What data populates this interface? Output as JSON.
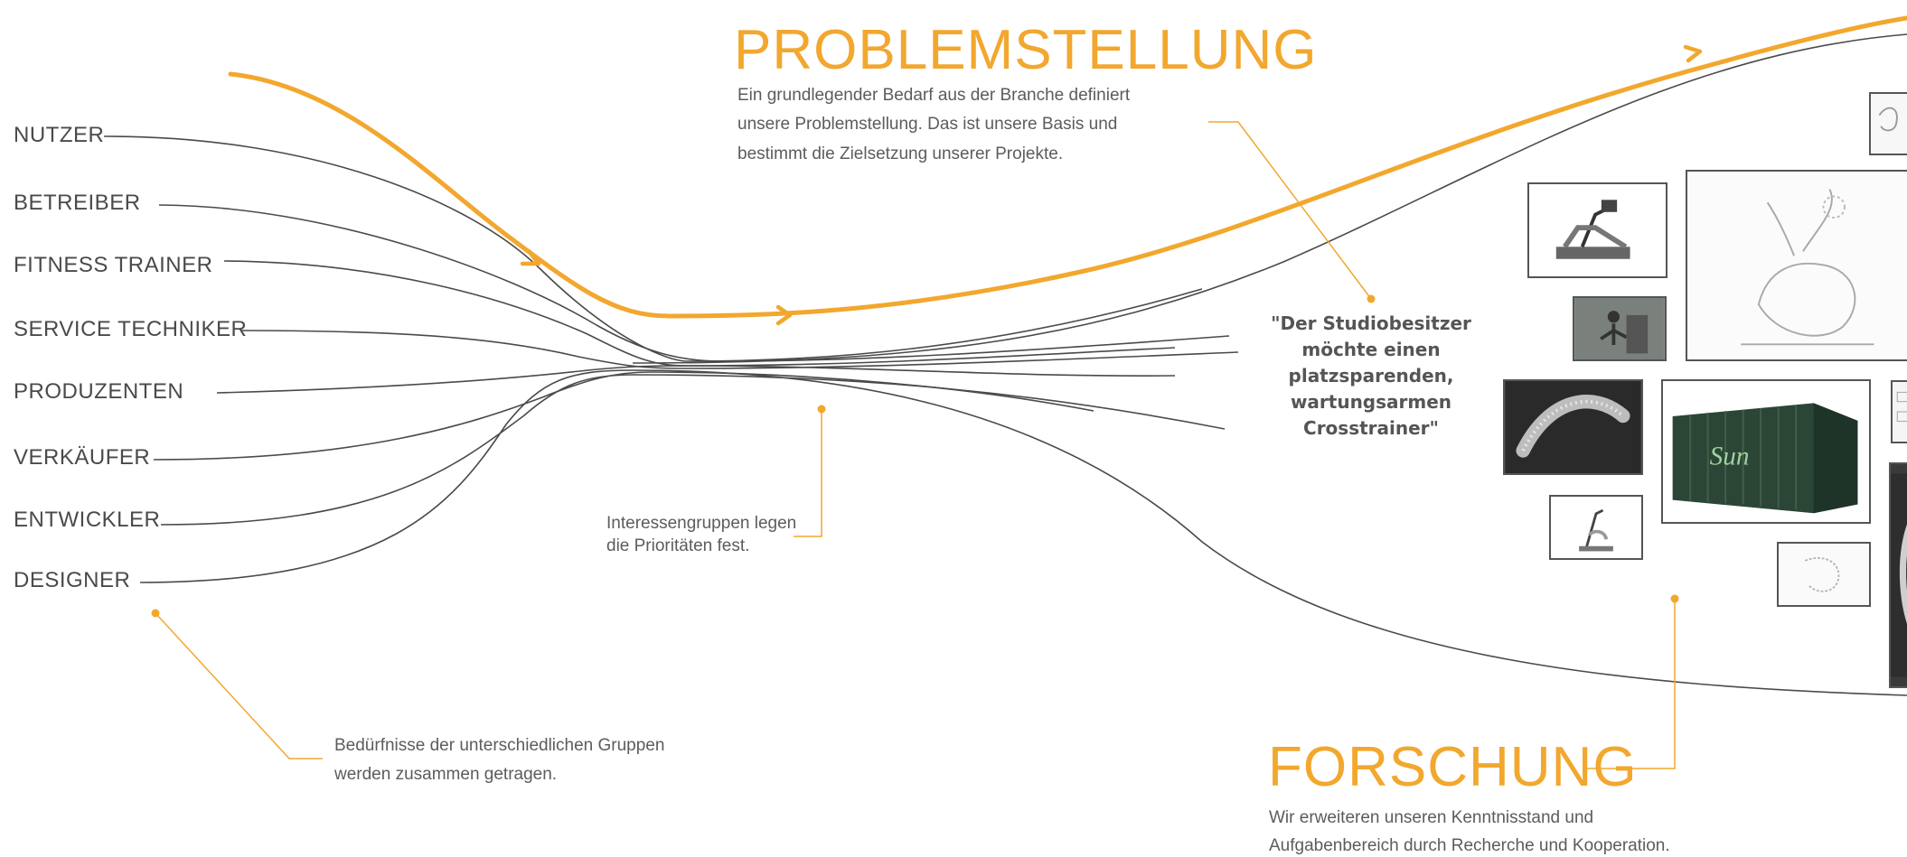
{
  "stakeholders": [
    "NUTZER",
    "BETREIBER",
    "FITNESS TRAINER",
    "SERVICE TECHNIKER",
    "PRODUZENTEN",
    "VERKÄUFER",
    "ENTWICKLER",
    "DESIGNER"
  ],
  "problem": {
    "title": "PROBLEMSTELLUNG",
    "lines": [
      "Ein grundlegender Bedarf aus der Branche definiert",
      "unsere Problemstellung. Das ist unsere Basis und",
      "bestimmt die Zielsetzung unserer Projekte."
    ]
  },
  "quote": {
    "lines": [
      "\"Der Studiobesitzer",
      "möchte einen",
      "platzsparenden,",
      "wartungsarmen",
      "Crosstrainer\""
    ]
  },
  "interest": {
    "lines": [
      "Interessengruppen legen",
      "die Prioritäten fest."
    ]
  },
  "needs": {
    "lines": [
      "Bedürfnisse der unterschiedlichen Gruppen",
      "werden zusammen getragen."
    ]
  },
  "research": {
    "title": "FORSCHUNG",
    "lines": [
      "Wir erweiteren unseren Kenntnisstand und",
      "Aufgabenbereich durch Recherche und Kooperation."
    ]
  },
  "container_logo": "Sun",
  "colors": {
    "accent": "#f2a72e",
    "line": "#4a4a4a",
    "text": "#5c5c5c"
  },
  "images": [
    "crosstrainer-photo",
    "crosstrainer-sketch",
    "gym-user-photo",
    "handle-grip-photo",
    "sun-container-photo",
    "elliptical-small-photo",
    "sketch-small",
    "detail-sketch-top",
    "parts-sheet",
    "dark-detail-photo"
  ]
}
